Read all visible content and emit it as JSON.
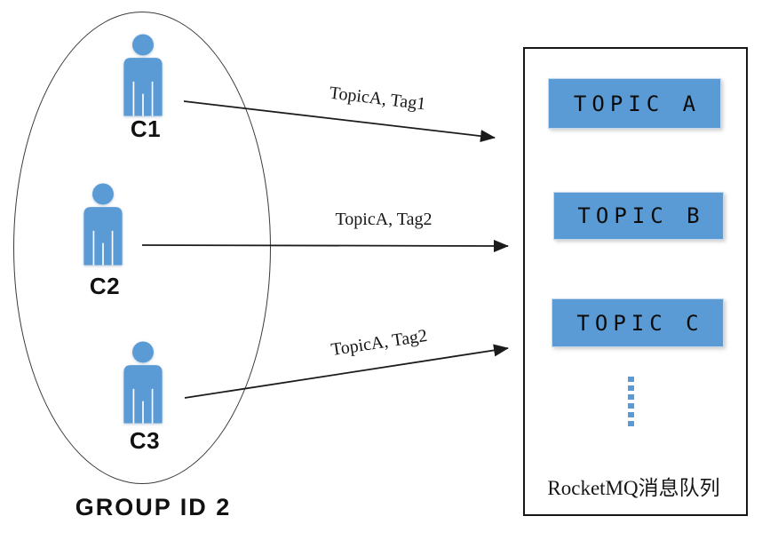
{
  "diagram": {
    "group": {
      "label": "GROUP ID 2",
      "consumers": [
        {
          "label": "C1"
        },
        {
          "label": "C2"
        },
        {
          "label": "C3"
        }
      ]
    },
    "arrows": [
      {
        "from": "C1",
        "label": "TopicA, Tag1"
      },
      {
        "from": "C2",
        "label": "TopicA, Tag2"
      },
      {
        "from": "C3",
        "label": "TopicA, Tag2"
      }
    ],
    "queue": {
      "title": "RocketMQ消息队列",
      "topics": [
        {
          "label": "TOPIC A"
        },
        {
          "label": "TOPIC B"
        },
        {
          "label": "TOPIC C"
        }
      ]
    },
    "colors": {
      "primary_blue": "#5B9BD5",
      "line_black": "#1b1b1b",
      "background": "#ffffff"
    }
  }
}
